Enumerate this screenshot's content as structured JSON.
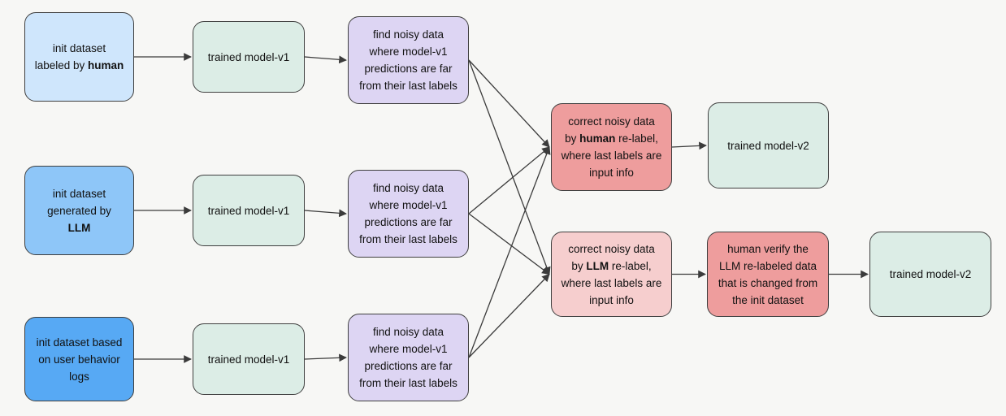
{
  "style": {
    "background_color": "#f7f7f5",
    "arrow_color": "#3b3b3b",
    "text_color": "#111111"
  },
  "palette": {
    "blue_light": {
      "fill": "#cfe6fc",
      "border": "#3f3f3f"
    },
    "blue_medium": {
      "fill": "#8ec6f8",
      "border": "#3f3f3f"
    },
    "blue_strong": {
      "fill": "#57a9f4",
      "border": "#3f3f3f"
    },
    "mint": {
      "fill": "#dcede6",
      "border": "#3f3f3f"
    },
    "purple": {
      "fill": "#ddd5f3",
      "border": "#3f3f3f"
    },
    "coral": {
      "fill": "#ee9d9d",
      "border": "#3f3f3f"
    },
    "pink": {
      "fill": "#f6cece",
      "border": "#3f3f3f"
    }
  },
  "nodes": {
    "init_human": {
      "label_lines": [
        [
          {
            "t": "init dataset"
          }
        ],
        [
          {
            "t": "labeled by "
          },
          {
            "t": "human",
            "b": true
          }
        ]
      ]
    },
    "trained_v1_top": {
      "label_lines": [
        [
          {
            "t": "trained model-v1"
          }
        ]
      ]
    },
    "noisy_top": {
      "label_lines": [
        [
          {
            "t": "find noisy data"
          }
        ],
        [
          {
            "t": "where model-v1"
          }
        ],
        [
          {
            "t": "predictions are far"
          }
        ],
        [
          {
            "t": "from their last labels"
          }
        ]
      ]
    },
    "init_llm": {
      "label_lines": [
        [
          {
            "t": "init dataset"
          }
        ],
        [
          {
            "t": "generated by"
          }
        ],
        [
          {
            "t": "LLM",
            "b": true
          }
        ]
      ]
    },
    "trained_v1_mid": {
      "label_lines": [
        [
          {
            "t": "trained model-v1"
          }
        ]
      ]
    },
    "noisy_mid": {
      "label_lines": [
        [
          {
            "t": "find noisy data"
          }
        ],
        [
          {
            "t": "where model-v1"
          }
        ],
        [
          {
            "t": "predictions are far"
          }
        ],
        [
          {
            "t": "from their last labels"
          }
        ]
      ]
    },
    "init_logs": {
      "label_lines": [
        [
          {
            "t": "init dataset based"
          }
        ],
        [
          {
            "t": "on user behavior"
          }
        ],
        [
          {
            "t": "logs"
          }
        ]
      ]
    },
    "trained_v1_bottom": {
      "label_lines": [
        [
          {
            "t": "trained model-v1"
          }
        ]
      ]
    },
    "noisy_bottom": {
      "label_lines": [
        [
          {
            "t": "find noisy data"
          }
        ],
        [
          {
            "t": "where model-v1"
          }
        ],
        [
          {
            "t": "predictions are far"
          }
        ],
        [
          {
            "t": "from their last labels"
          }
        ]
      ]
    },
    "correct_human": {
      "label_lines": [
        [
          {
            "t": "correct noisy data"
          }
        ],
        [
          {
            "t": "by "
          },
          {
            "t": "human",
            "b": true
          },
          {
            "t": " re-label,"
          }
        ],
        [
          {
            "t": "where last labels are"
          }
        ],
        [
          {
            "t": "input info"
          }
        ]
      ]
    },
    "trained_v2_top": {
      "label_lines": [
        [
          {
            "t": "trained model-v2"
          }
        ]
      ]
    },
    "correct_llm": {
      "label_lines": [
        [
          {
            "t": "correct noisy data"
          }
        ],
        [
          {
            "t": "by "
          },
          {
            "t": "LLM",
            "b": true
          },
          {
            "t": " re-label,"
          }
        ],
        [
          {
            "t": "where last labels are"
          }
        ],
        [
          {
            "t": "input info"
          }
        ]
      ]
    },
    "human_verify": {
      "label_lines": [
        [
          {
            "t": "human verify the"
          }
        ],
        [
          {
            "t": "LLM re-labeled data"
          }
        ],
        [
          {
            "t": "that is changed from"
          }
        ],
        [
          {
            "t": "the init dataset"
          }
        ]
      ]
    },
    "trained_v2_bottom": {
      "label_lines": [
        [
          {
            "t": "trained model-v2"
          }
        ]
      ]
    }
  },
  "edges": [
    {
      "from": "init_human",
      "to": "trained_v1_top"
    },
    {
      "from": "trained_v1_top",
      "to": "noisy_top"
    },
    {
      "from": "init_llm",
      "to": "trained_v1_mid"
    },
    {
      "from": "trained_v1_mid",
      "to": "noisy_mid"
    },
    {
      "from": "init_logs",
      "to": "trained_v1_bottom"
    },
    {
      "from": "trained_v1_bottom",
      "to": "noisy_bottom"
    },
    {
      "from": "noisy_top",
      "to": "correct_human"
    },
    {
      "from": "noisy_top",
      "to": "correct_llm"
    },
    {
      "from": "noisy_mid",
      "to": "correct_human"
    },
    {
      "from": "noisy_mid",
      "to": "correct_llm"
    },
    {
      "from": "noisy_bottom",
      "to": "correct_human"
    },
    {
      "from": "noisy_bottom",
      "to": "correct_llm"
    },
    {
      "from": "correct_human",
      "to": "trained_v2_top"
    },
    {
      "from": "correct_llm",
      "to": "human_verify"
    },
    {
      "from": "human_verify",
      "to": "trained_v2_bottom"
    }
  ]
}
